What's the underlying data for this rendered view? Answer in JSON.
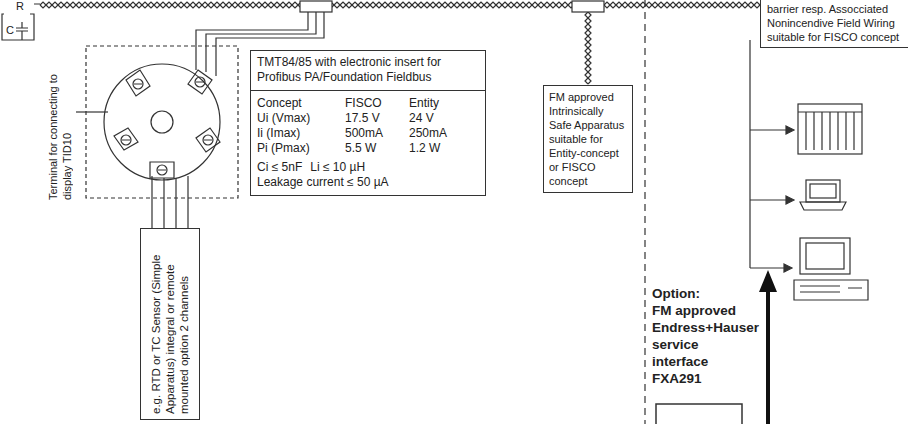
{
  "diagram": {
    "nodes": [
      {
        "text": [
          "TMT84/85 with electronic insert for Profibus PA/Foundation Fieldbus",
          "Concept",
          "FISCO",
          "Entity",
          "Ui (Vmax)",
          "17.5 V",
          "24 V",
          "Ii (Imax)",
          "500mA",
          "250mA",
          "Pi (Pmax)",
          "5.5 W",
          "1.2 W",
          "Ci ≤ 5nF",
          "Li ≤ 10 µH",
          "Leakage current ≤ 50 µA"
        ]
      },
      {
        "text": [
          "FM approved Intrinsically Safe Apparatus suitable for Entity-concept or FISCO concept"
        ]
      },
      {
        "text": [
          "barrier resp. Assocciated Nonincendive Field Wiring suitable for FISCO concept"
        ]
      },
      {
        "text": [
          "e.g. RTD or TC Sensor (Simple Apparatus) integral or remote mounted option 2 channels"
        ]
      }
    ],
    "labels": [
      "R",
      "C",
      "Terminal for connecting to display TID10",
      "Option:",
      "FM approved Endress+Hauser service interface FXA291"
    ]
  }
}
